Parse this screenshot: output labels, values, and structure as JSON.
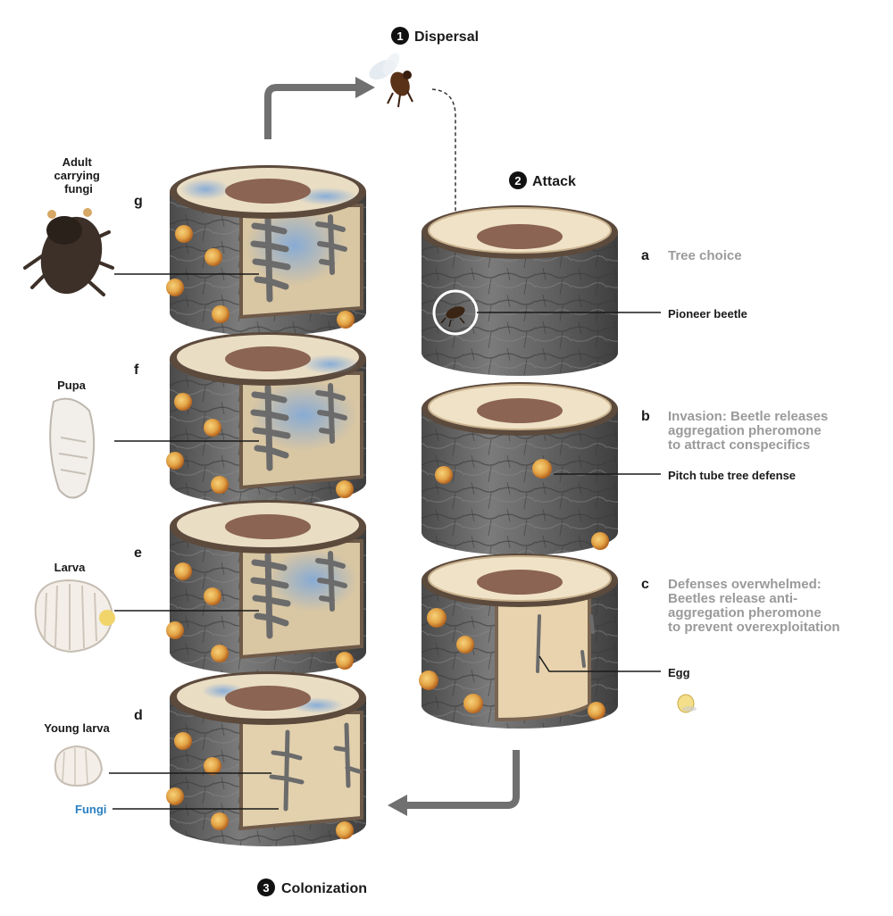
{
  "stages": {
    "dispersal": {
      "number": "1",
      "label": "Dispersal"
    },
    "attack": {
      "number": "2",
      "label": "Attack"
    },
    "colonization": {
      "number": "3",
      "label": "Colonization"
    }
  },
  "steps": {
    "a": {
      "letter": "a",
      "text": [
        "Tree choice"
      ]
    },
    "b": {
      "letter": "b",
      "text": [
        "Invasion: Beetle releases",
        "aggregation pheromone",
        "to attract conspecifics"
      ]
    },
    "c": {
      "letter": "c",
      "text": [
        "Defenses overwhelmed:",
        "Beetles release anti-",
        "aggregation pheromone",
        "to prevent overexploitation"
      ]
    },
    "d": {
      "letter": "d"
    },
    "e": {
      "letter": "e"
    },
    "f": {
      "letter": "f"
    },
    "g": {
      "letter": "g"
    }
  },
  "labels": {
    "pioneer_beetle": "Pioneer beetle",
    "pitch_tube": "Pitch tube tree defense",
    "egg": "Egg",
    "adult": [
      "Adult",
      "carrying",
      "fungi"
    ],
    "pupa": "Pupa",
    "larva": "Larva",
    "young_larva": "Young larva",
    "fungi": "Fungi"
  },
  "colors": {
    "bark": "#5f5f5f",
    "wood": "#eddcbd",
    "heartwood": "#8b6453",
    "fungi": "#7fa8d9",
    "resin": "#e3a447",
    "arrow": "#707070",
    "accent_text": "#9a9a9a",
    "fungi_label": "#2a7fc1"
  }
}
